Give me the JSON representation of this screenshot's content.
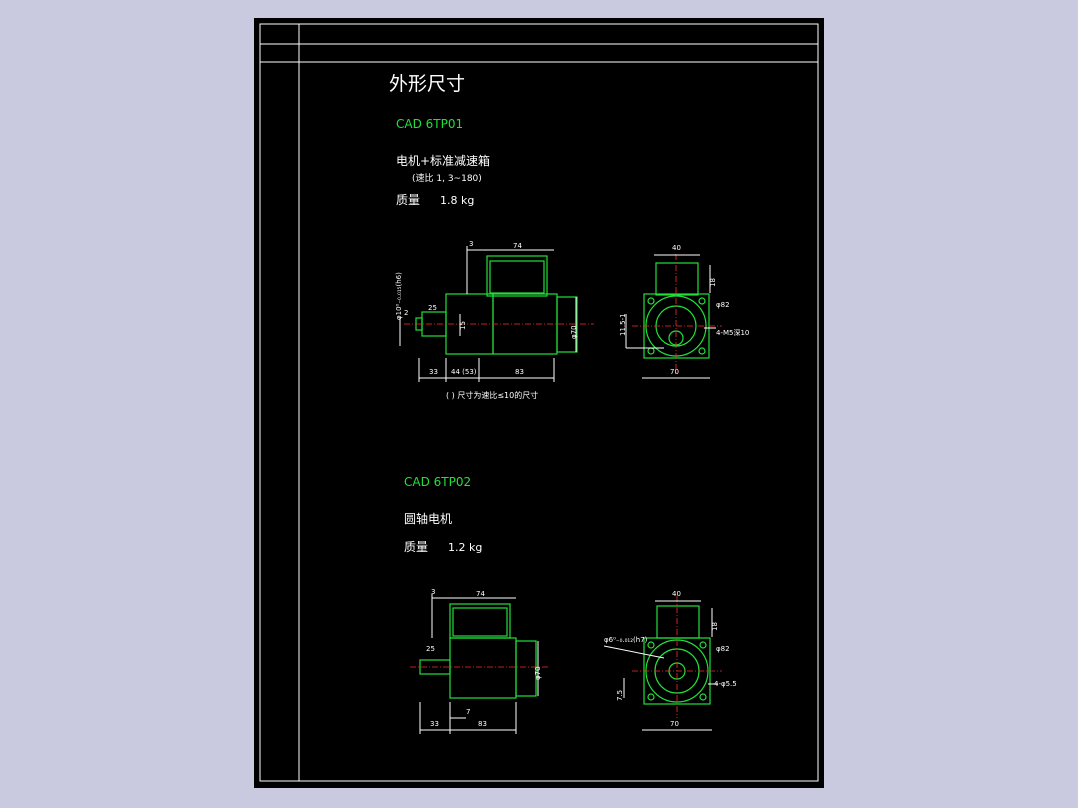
{
  "sheet": {
    "title": "外形尺寸",
    "parts": [
      {
        "cad_code": "CAD  6TP01",
        "description": "电机+标准减速箱",
        "ratio_note": "(速比 1, 3~180)",
        "weight_label": "质量",
        "weight_value": "1.8 kg",
        "side_dims": [
          "3",
          "74",
          "25",
          "33",
          "44 (53)",
          "83",
          "2",
          "15"
        ],
        "side_left_dim": "φ10⁰₋₀.₀₁₅(h6)",
        "side_right_dim": "φ70",
        "front_dims": [
          "40",
          "18",
          "φ82",
          "11.5-1",
          "4-M5深10",
          "70"
        ],
        "footnote": "( ) 尺寸为速比≤10的尺寸"
      },
      {
        "cad_code": "CAD  6TP02",
        "description": "圆轴电机",
        "weight_label": "质量",
        "weight_value": "1.2 kg",
        "side_dims": [
          "3",
          "74",
          "25",
          "33",
          "83",
          "7"
        ],
        "side_right_dim": "φ70",
        "front_dims": [
          "40",
          "18",
          "φ82",
          "φ6⁰₋₀.₀₁₂(h7)",
          "7.5",
          "4-φ5.5",
          "70"
        ]
      }
    ]
  }
}
